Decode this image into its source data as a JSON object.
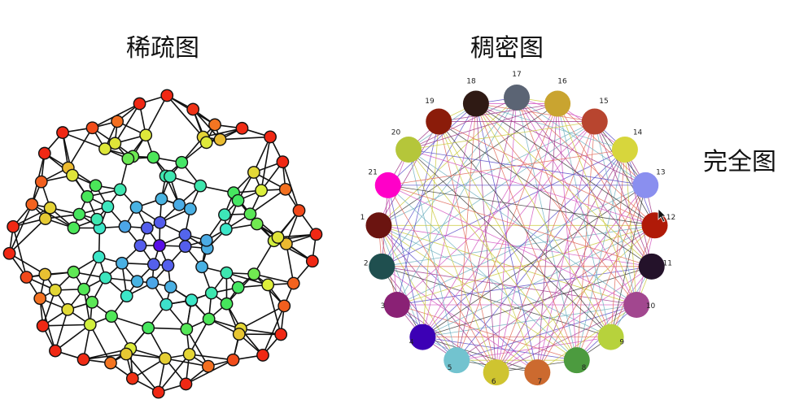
{
  "titles": {
    "sparse": "稀疏图",
    "dense": "稠密图",
    "complete": "完全图"
  },
  "sparse_graph": {
    "node_count": 130,
    "color_scheme": "distance-from-center (blue center → green → yellow → red rim)"
  },
  "dense_graph": {
    "node_count": 21,
    "center_hole": true,
    "nodes": [
      {
        "id": "1",
        "color": "#6b1410"
      },
      {
        "id": "2",
        "color": "#1f4f4f"
      },
      {
        "id": "3",
        "color": "#8a2175"
      },
      {
        "id": "4",
        "color": "#3c00b5"
      },
      {
        "id": "5",
        "color": "#72c3cf"
      },
      {
        "id": "6",
        "color": "#cfc430"
      },
      {
        "id": "7",
        "color": "#cc6a2f"
      },
      {
        "id": "8",
        "color": "#4c9b3f"
      },
      {
        "id": "9",
        "color": "#b7d23c"
      },
      {
        "id": "10",
        "color": "#a2478f"
      },
      {
        "id": "11",
        "color": "#24122a"
      },
      {
        "id": "12",
        "color": "#b01a08"
      },
      {
        "id": "13",
        "color": "#8a8fef"
      },
      {
        "id": "14",
        "color": "#d7d63c"
      },
      {
        "id": "15",
        "color": "#b8452f"
      },
      {
        "id": "16",
        "color": "#c9a430"
      },
      {
        "id": "17",
        "color": "#5b6474"
      },
      {
        "id": "18",
        "color": "#2f1a14"
      },
      {
        "id": "19",
        "color": "#8b1c0a"
      },
      {
        "id": "20",
        "color": "#b5c63a"
      },
      {
        "id": "21",
        "color": "#ff00c8"
      }
    ],
    "edge_colors": [
      "#c9c93a",
      "#d255c0",
      "#e06a5a",
      "#5a4fc8",
      "#6fb0c0",
      "#a03a8a",
      "#3a3a3a"
    ]
  }
}
